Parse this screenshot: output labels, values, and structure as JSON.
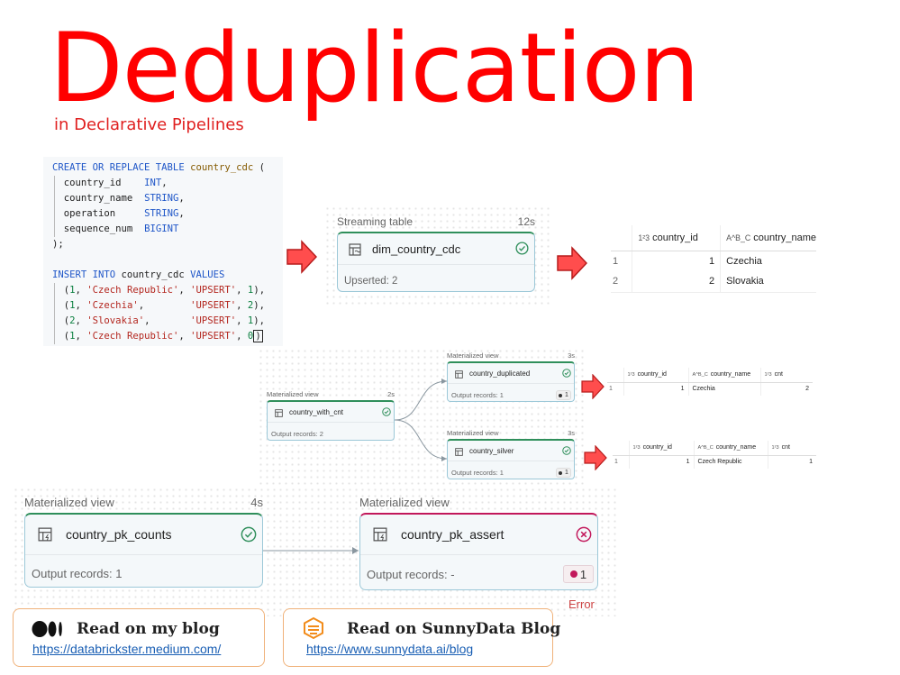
{
  "title": "Deduplication",
  "subtitle": "in Declarative Pipelines",
  "code": {
    "lines": [
      [
        {
          "t": "CREATE OR REPLACE TABLE ",
          "c": "kw"
        },
        {
          "t": "country_cdc",
          "c": "tn"
        },
        {
          "t": " (",
          "c": "plain"
        }
      ],
      [
        {
          "t": "  country_id    ",
          "c": "plain"
        },
        {
          "t": "INT",
          "c": "ty"
        },
        {
          "t": ",",
          "c": "plain"
        }
      ],
      [
        {
          "t": "  country_name  ",
          "c": "plain"
        },
        {
          "t": "STRING",
          "c": "ty"
        },
        {
          "t": ",",
          "c": "plain"
        }
      ],
      [
        {
          "t": "  operation     ",
          "c": "plain"
        },
        {
          "t": "STRING",
          "c": "ty"
        },
        {
          "t": ",",
          "c": "plain"
        }
      ],
      [
        {
          "t": "  sequence_num  ",
          "c": "plain"
        },
        {
          "t": "BIGINT",
          "c": "ty"
        }
      ],
      [
        {
          "t": ");",
          "c": "plain"
        }
      ],
      [
        {
          "t": "",
          "c": "plain"
        }
      ],
      [
        {
          "t": "INSERT INTO ",
          "c": "kw"
        },
        {
          "t": "country_cdc ",
          "c": "plain"
        },
        {
          "t": "VALUES",
          "c": "kw"
        }
      ],
      [
        {
          "t": "  (",
          "c": "plain"
        },
        {
          "t": "1",
          "c": "num"
        },
        {
          "t": ", ",
          "c": "plain"
        },
        {
          "t": "'Czech Republic'",
          "c": "str"
        },
        {
          "t": ", ",
          "c": "plain"
        },
        {
          "t": "'UPSERT'",
          "c": "str"
        },
        {
          "t": ", ",
          "c": "plain"
        },
        {
          "t": "1",
          "c": "num"
        },
        {
          "t": "),",
          "c": "plain"
        }
      ],
      [
        {
          "t": "  (",
          "c": "plain"
        },
        {
          "t": "1",
          "c": "num"
        },
        {
          "t": ", ",
          "c": "plain"
        },
        {
          "t": "'Czechia'",
          "c": "str"
        },
        {
          "t": ",        ",
          "c": "plain"
        },
        {
          "t": "'UPSERT'",
          "c": "str"
        },
        {
          "t": ", ",
          "c": "plain"
        },
        {
          "t": "2",
          "c": "num"
        },
        {
          "t": "),",
          "c": "plain"
        }
      ],
      [
        {
          "t": "  (",
          "c": "plain"
        },
        {
          "t": "2",
          "c": "num"
        },
        {
          "t": ", ",
          "c": "plain"
        },
        {
          "t": "'Slovakia'",
          "c": "str"
        },
        {
          "t": ",       ",
          "c": "plain"
        },
        {
          "t": "'UPSERT'",
          "c": "str"
        },
        {
          "t": ", ",
          "c": "plain"
        },
        {
          "t": "1",
          "c": "num"
        },
        {
          "t": "),",
          "c": "plain"
        }
      ],
      [
        {
          "t": "  (",
          "c": "plain"
        },
        {
          "t": "1",
          "c": "num"
        },
        {
          "t": ", ",
          "c": "plain"
        },
        {
          "t": "'Czech Republic'",
          "c": "str"
        },
        {
          "t": ", ",
          "c": "plain"
        },
        {
          "t": "'UPSERT'",
          "c": "str"
        },
        {
          "t": ", ",
          "c": "plain"
        },
        {
          "t": "0",
          "c": "num"
        },
        {
          "t": ")",
          "c": "cursor"
        }
      ]
    ]
  },
  "nodes": {
    "dim_country_cdc": {
      "type": "Streaming table",
      "time": "12s",
      "name": "dim_country_cdc",
      "footer": "Upserted: 2"
    },
    "country_with_cnt": {
      "type": "Materialized view",
      "time": "2s",
      "name": "country_with_cnt",
      "footer": "Output records: 2"
    },
    "country_duplicated": {
      "type": "Materialized view",
      "time": "3s",
      "name": "country_duplicated",
      "footer": "Output records: 1",
      "badge": "1"
    },
    "country_silver": {
      "type": "Materialized view",
      "time": "3s",
      "name": "country_silver",
      "footer": "Output records: 1",
      "badge": "1"
    },
    "country_pk_counts": {
      "type": "Materialized view",
      "time": "4s",
      "name": "country_pk_counts",
      "footer": "Output records: 1"
    },
    "country_pk_assert": {
      "type": "Materialized view",
      "time": "",
      "name": "country_pk_assert",
      "footer": "Output records: -",
      "badge": "1",
      "error": "Error"
    }
  },
  "tables": {
    "t1": {
      "headers": [
        "country_id",
        "country_name"
      ],
      "type_icons": [
        "1²3",
        "A^B_C"
      ],
      "rows": [
        [
          "1",
          "1",
          "Czechia"
        ],
        [
          "2",
          "2",
          "Slovakia"
        ]
      ]
    },
    "t2": {
      "headers": [
        "country_id",
        "country_name",
        "cnt"
      ],
      "type_icons": [
        "1²3",
        "A^B_C",
        "1²3"
      ],
      "rows": [
        [
          "1",
          "1",
          "Czechia",
          "2"
        ]
      ]
    },
    "t3": {
      "headers": [
        "country_id",
        "country_name",
        "cnt"
      ],
      "type_icons": [
        "1²3",
        "A^B_C",
        "1²3"
      ],
      "rows": [
        [
          "1",
          "1",
          "Czech Republic",
          "1"
        ]
      ]
    }
  },
  "blogs": [
    {
      "title": "Read on my blog",
      "link": "https://databrickster.medium.com/",
      "icon": "medium-logo-icon"
    },
    {
      "title": "Read on SunnyData Blog",
      "link": "https://www.sunnydata.ai/blog",
      "icon": "sunnydata-logo-icon"
    }
  ],
  "colors": {
    "title": "#ff0000",
    "ok": "#2f8f5b",
    "error": "#c2185b",
    "arrow": "#e53935"
  }
}
